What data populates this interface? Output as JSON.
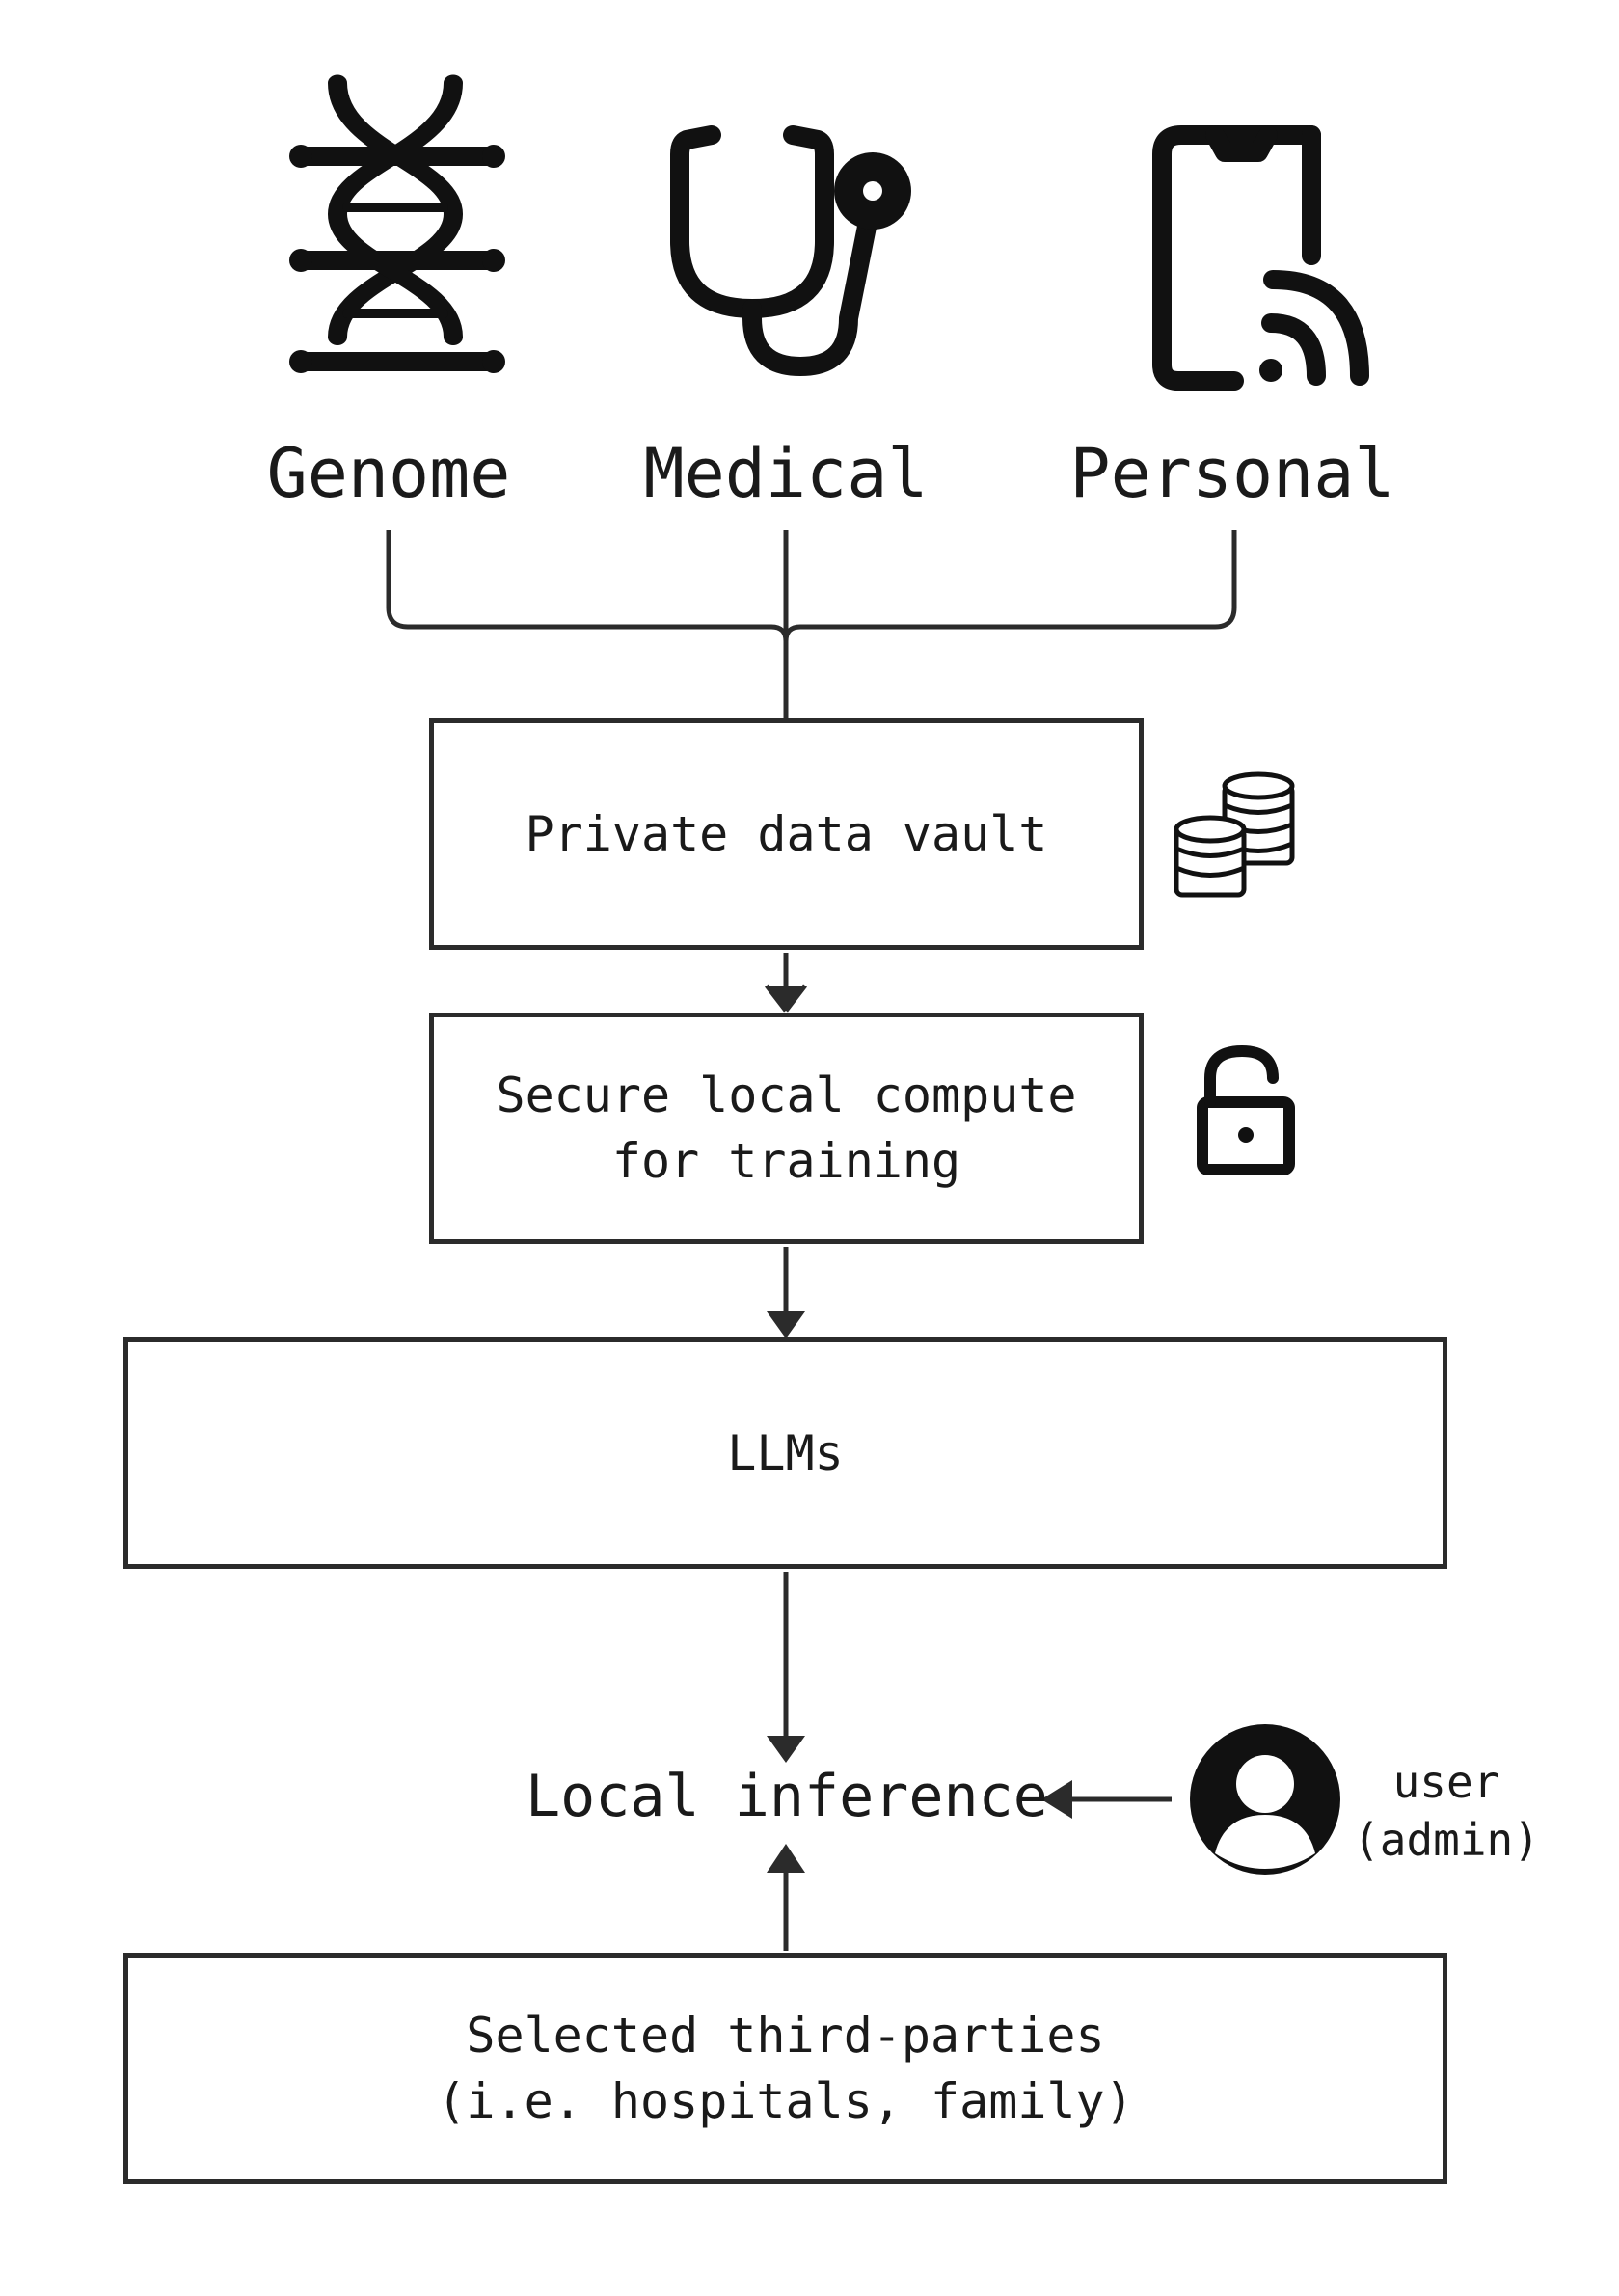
{
  "sources": [
    {
      "label": "Genome",
      "icon": "dna-icon"
    },
    {
      "label": "Medical",
      "icon": "stethoscope-icon"
    },
    {
      "label": "Personal",
      "icon": "smartphone-wireless-icon"
    }
  ],
  "vault": {
    "label": "Private data vault",
    "icon": "database-coins-icon"
  },
  "compute": {
    "label": "Secure local compute\nfor training",
    "icon": "unlocked-padlock-icon"
  },
  "llms": {
    "label": "LLMs"
  },
  "inference": {
    "label": "Local inference"
  },
  "user": {
    "label": "user\n(admin)",
    "icon": "user-avatar-icon"
  },
  "third_parties": {
    "label": "Selected third-parties\n(i.e. hospitals, family)"
  },
  "colors": {
    "stroke": "#2b2b2b",
    "icon": "#111111",
    "background": "#ffffff"
  }
}
